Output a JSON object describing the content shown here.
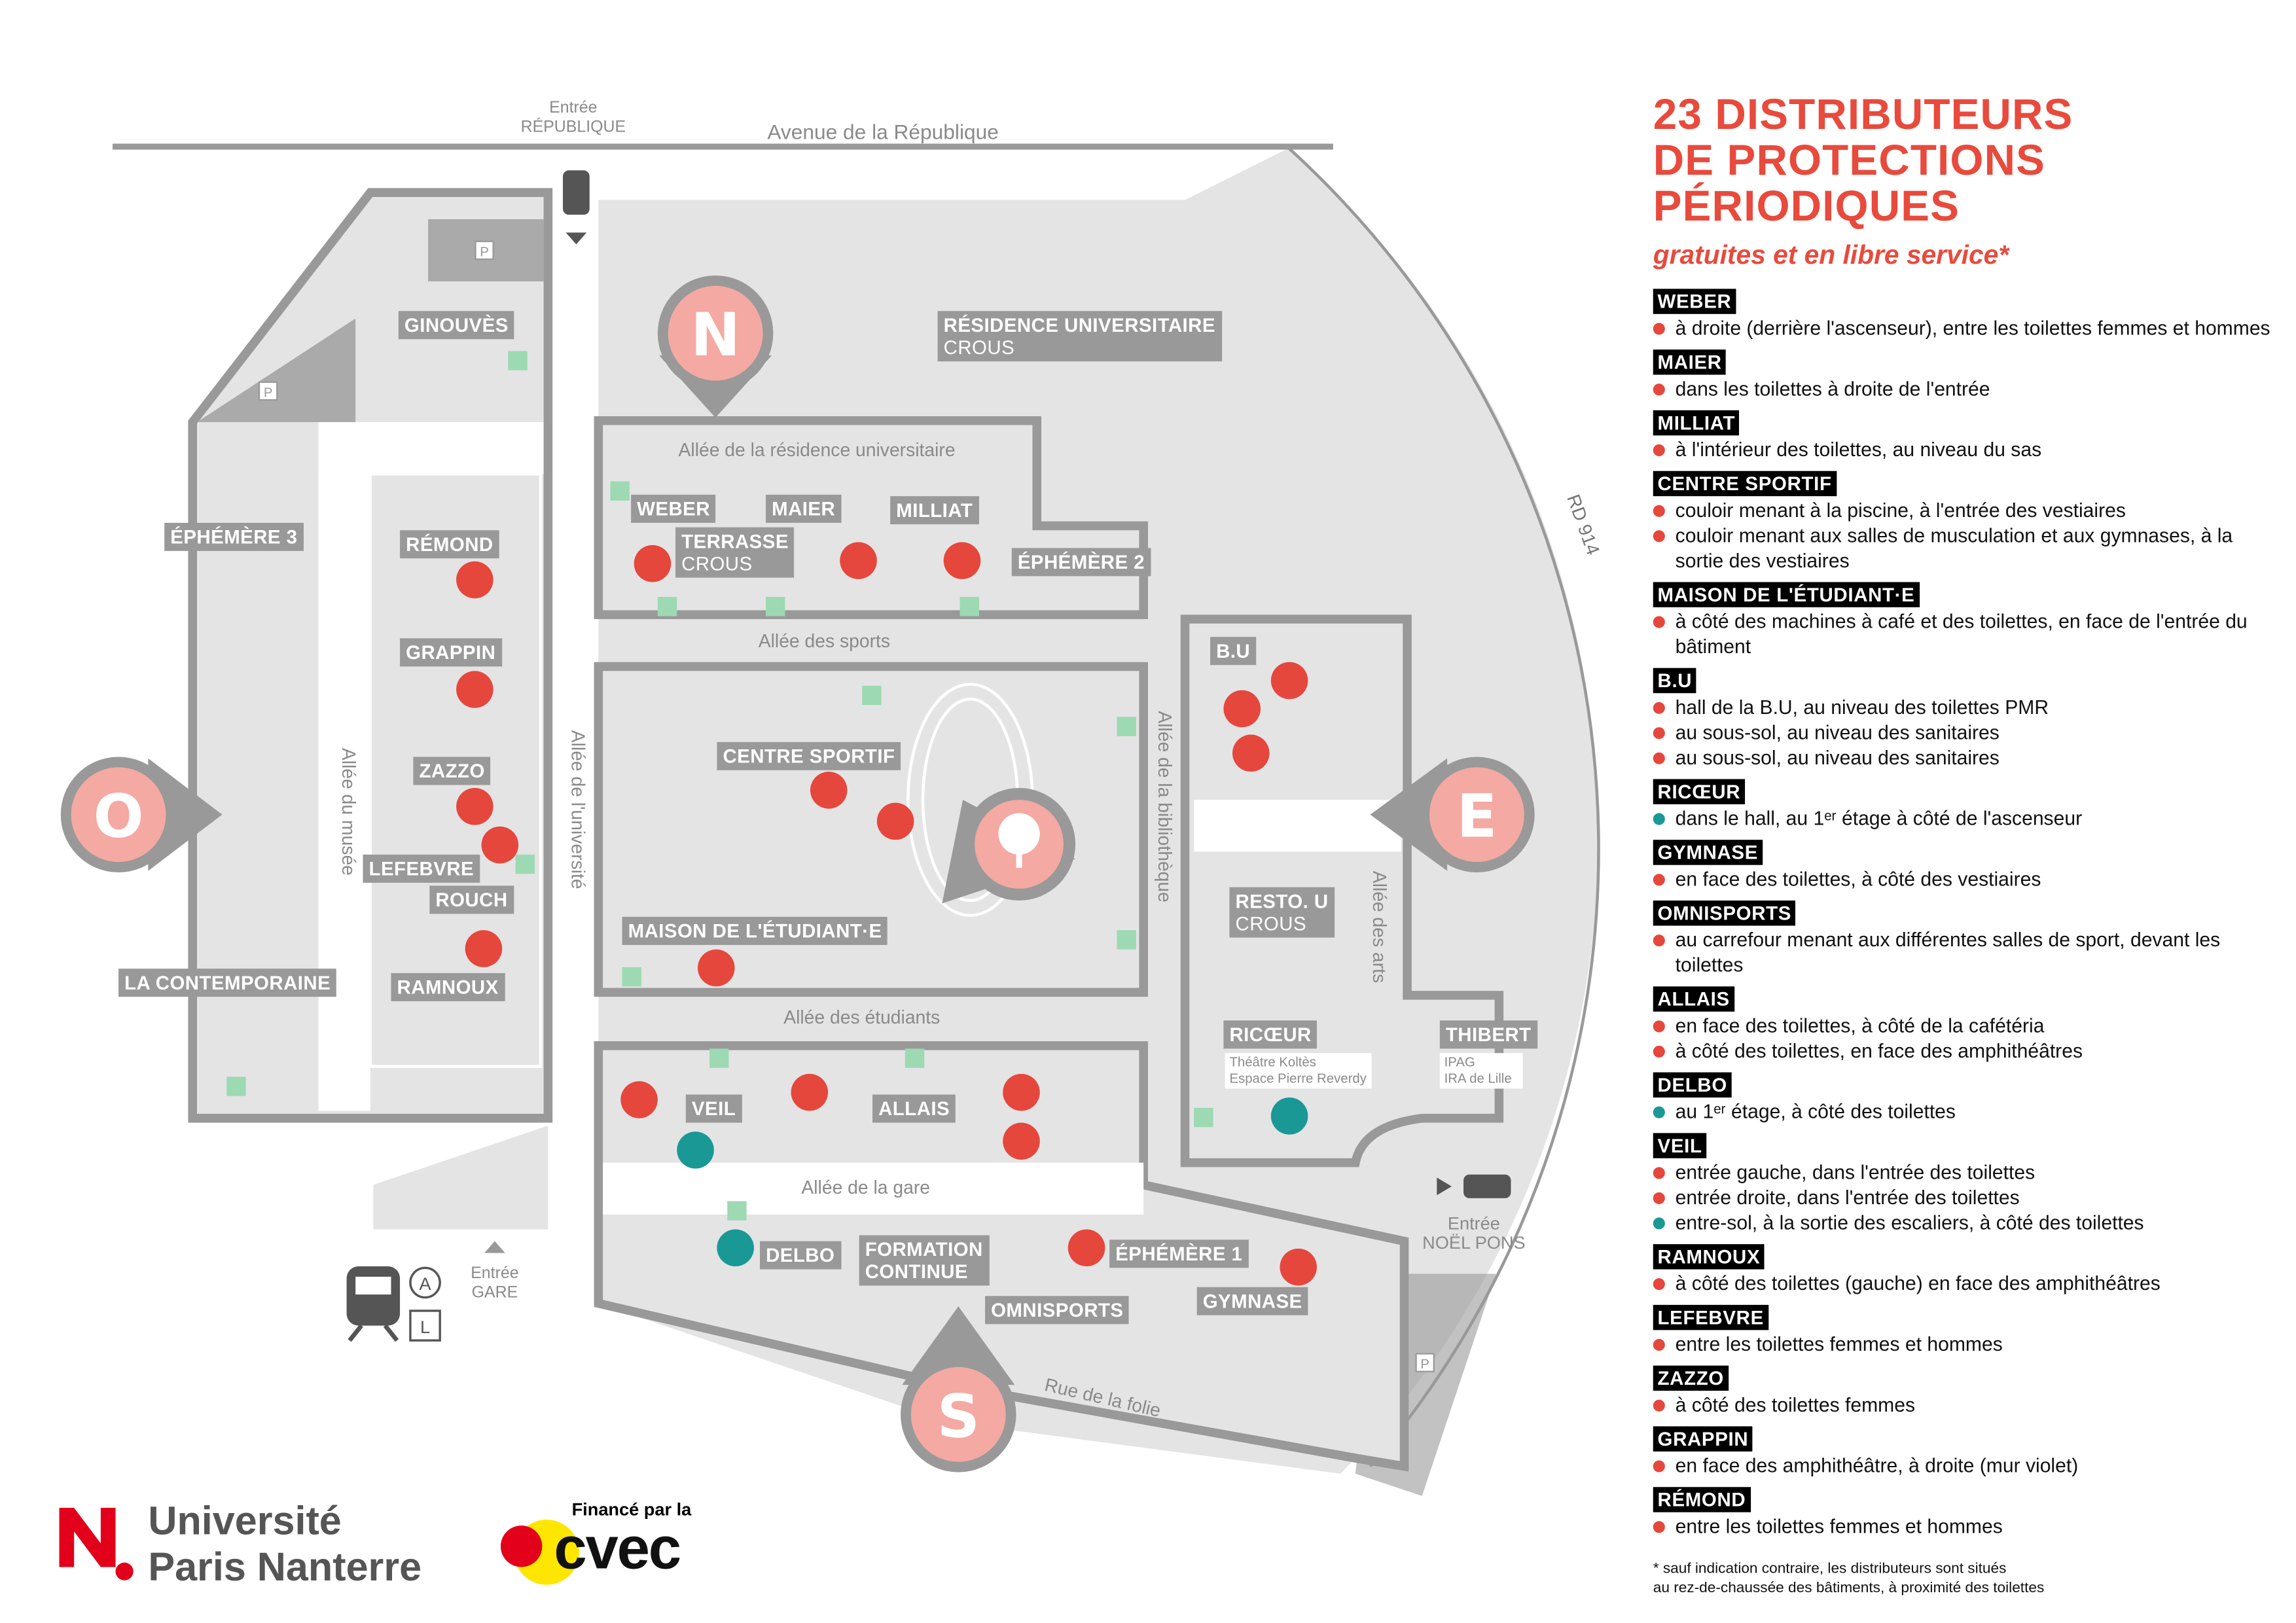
{
  "colors": {
    "accent_red": "#e84a3c",
    "dot_red": "#e5473d",
    "dot_teal": "#1a9896",
    "pin": "#f4a9a3",
    "building": "#999999",
    "ground": "#e4e4e4"
  },
  "map": {
    "streets": {
      "avenue": "Avenue de la République",
      "entree_republique_1": "Entrée",
      "entree_republique_2": "RÉPUBLIQUE",
      "allee_residence": "Allée de la résidence universitaire",
      "allee_sports": "Allée des sports",
      "allee_etudiants": "Allée des étudiants",
      "allee_gare": "Allée de la gare",
      "allee_musee": "Allée du musée",
      "allee_universite": "Allée de l'université",
      "allee_bibliotheque": "Allée de la bibliothèque",
      "allee_arts": "Allée des arts",
      "rue_folie": "Rue de la folie",
      "rd914": "RD 914",
      "entree_gare_1": "Entrée",
      "entree_gare_2": "GARE",
      "entree_noel_1": "Entrée",
      "entree_noel_2": "NOËL PONS"
    },
    "pins": {
      "north": "N",
      "west": "O",
      "east": "E",
      "south": "S"
    },
    "transit": {
      "rer": "A",
      "line": "L"
    },
    "parking": "P",
    "buildings": {
      "ginouves": "GINOUVÈS",
      "ephemere3": "ÉPHÉMÈRE 3",
      "remond": "RÉMOND",
      "grappin": "GRAPPIN",
      "zazzo": "ZAZZO",
      "lefebvre": "LEFEBVRE",
      "rouch": "ROUCH",
      "ramnoux": "RAMNOUX",
      "contemporaine": "LA CONTEMPORAINE",
      "residence": "RÉSIDENCE UNIVERSITAIRE",
      "residence_sub": "CROUS",
      "weber": "WEBER",
      "maier": "MAIER",
      "milliat": "MILLIAT",
      "terrasse": "TERRASSE",
      "terrasse_sub": "CROUS",
      "ephemere2": "ÉPHÉMÈRE 2",
      "centre_sportif": "CENTRE SPORTIF",
      "maison": "MAISON DE L'ÉTUDIANT·E",
      "bu": "B.U",
      "resto": "RESTO. U",
      "resto_sub": "CROUS",
      "ricoeur": "RICŒUR",
      "ricoeur_sub1": "Théâtre Koltès",
      "ricoeur_sub2": "Espace Pierre Reverdy",
      "thibert": "THIBERT",
      "thibert_sub1": "IPAG",
      "thibert_sub2": "IRA de Lille",
      "veil": "VEIL",
      "allais": "ALLAIS",
      "delbo": "DELBO",
      "formation": "FORMATION",
      "formation_sub": "CONTINUE",
      "ephemere1": "ÉPHÉMÈRE 1",
      "omnisports": "OMNISPORTS",
      "gymnase": "GYMNASE"
    }
  },
  "legend": {
    "title": [
      "23 DISTRIBUTEURS",
      "DE PROTECTIONS",
      "PÉRIODIQUES"
    ],
    "subtitle": "gratuites et en libre service*",
    "entries": [
      {
        "name": "WEBER",
        "items": [
          {
            "text": "à droite (derrière l'ascenseur), entre les toilettes femmes et hommes",
            "color": "red"
          }
        ]
      },
      {
        "name": "MAIER",
        "items": [
          {
            "text": "dans les toilettes à droite de l'entrée",
            "color": "red"
          }
        ]
      },
      {
        "name": "MILLIAT",
        "items": [
          {
            "text": "à l'intérieur des toilettes, au niveau du sas",
            "color": "red"
          }
        ]
      },
      {
        "name": "CENTRE SPORTIF",
        "items": [
          {
            "text": "couloir menant à la piscine, à l'entrée des vestiaires",
            "color": "red"
          },
          {
            "text": "couloir menant aux salles de musculation et aux gymnases, à la sortie des vestiaires",
            "color": "red"
          }
        ]
      },
      {
        "name": "MAISON DE L'ÉTUDIANT·E",
        "items": [
          {
            "text": "à côté des machines à café et des toilettes, en face de l'entrée du bâtiment",
            "color": "red"
          }
        ]
      },
      {
        "name": "B.U",
        "items": [
          {
            "text": "hall de la B.U, au niveau des toilettes PMR",
            "color": "red"
          },
          {
            "text": "au sous-sol, au niveau des sanitaires",
            "color": "red"
          },
          {
            "text": "au sous-sol, au niveau des sanitaires",
            "color": "red"
          }
        ]
      },
      {
        "name": "RICŒUR",
        "items": [
          {
            "text": "dans le hall, au 1ᵉʳ étage à côté de l'ascenseur",
            "color": "teal"
          }
        ]
      },
      {
        "name": "GYMNASE",
        "items": [
          {
            "text": "en face des toilettes, à côté des vestiaires",
            "color": "red"
          }
        ]
      },
      {
        "name": "OMNISPORTS",
        "items": [
          {
            "text": "au carrefour menant aux différentes salles de sport, devant les toilettes",
            "color": "red"
          }
        ]
      },
      {
        "name": "ALLAIS",
        "items": [
          {
            "text": "en face des toilettes, à côté de la cafétéria",
            "color": "red"
          },
          {
            "text": "à côté des toilettes, en face des amphithéâtres",
            "color": "red"
          }
        ]
      },
      {
        "name": "DELBO",
        "items": [
          {
            "text": "au 1ᵉʳ étage, à côté des toilettes",
            "color": "teal"
          }
        ]
      },
      {
        "name": "VEIL",
        "items": [
          {
            "text": "entrée gauche, dans l'entrée des toilettes",
            "color": "red"
          },
          {
            "text": "entrée droite, dans l'entrée des toilettes",
            "color": "red"
          },
          {
            "text": "entre-sol, à la sortie des escaliers, à côté des toilettes",
            "color": "teal"
          }
        ]
      },
      {
        "name": "RAMNOUX",
        "items": [
          {
            "text": "à côté des toilettes (gauche) en face des amphithéâtres",
            "color": "red"
          }
        ]
      },
      {
        "name": "LEFEBVRE",
        "items": [
          {
            "text": "entre les toilettes femmes et hommes",
            "color": "red"
          }
        ]
      },
      {
        "name": "ZAZZO",
        "items": [
          {
            "text": "à côté des toilettes femmes",
            "color": "red"
          }
        ]
      },
      {
        "name": "GRAPPIN",
        "items": [
          {
            "text": "en face des amphithéâtre, à droite (mur violet)",
            "color": "red"
          }
        ]
      },
      {
        "name": "RÉMOND",
        "items": [
          {
            "text": "entre les toilettes femmes et hommes",
            "color": "red"
          }
        ]
      }
    ],
    "footnote": [
      "* sauf indication contraire, les distributeurs sont situés",
      "au rez-de-chaussée des bâtiments, à proximité des toilettes"
    ]
  },
  "logos": {
    "university_1": "Université",
    "university_2": "Paris Nanterre",
    "cvec_top": "Financé par la",
    "cvec_word": "cvec"
  }
}
